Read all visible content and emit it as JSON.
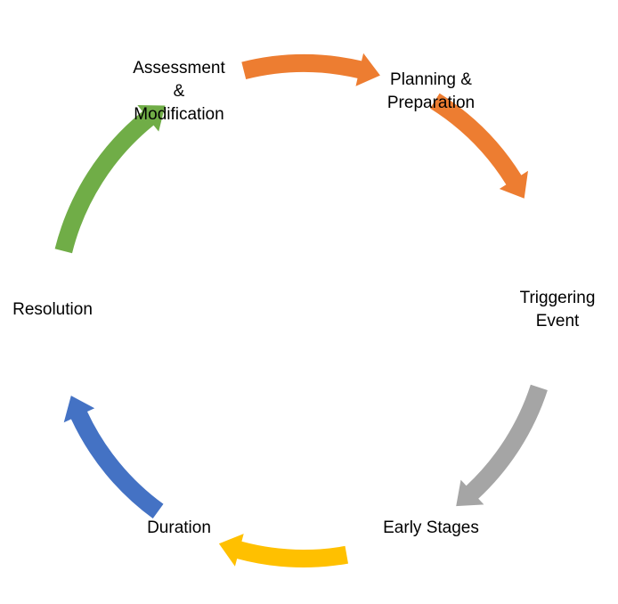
{
  "diagram": {
    "type": "cycle",
    "stages": [
      {
        "id": "planning",
        "lines": [
          "Planning &",
          "Preparation"
        ]
      },
      {
        "id": "triggering",
        "lines": [
          "Triggering",
          "Event"
        ]
      },
      {
        "id": "early",
        "lines": [
          "Early Stages"
        ]
      },
      {
        "id": "duration",
        "lines": [
          "Duration"
        ]
      },
      {
        "id": "resolution",
        "lines": [
          "Resolution"
        ]
      },
      {
        "id": "assessment",
        "lines": [
          "Assessment",
          "&",
          "Modification"
        ]
      }
    ],
    "arrows": [
      {
        "id": "assessment-to-planning",
        "color": "#ED7D31"
      },
      {
        "id": "planning-to-triggering",
        "color": "#ED7D31"
      },
      {
        "id": "triggering-to-early",
        "color": "#A5A5A5"
      },
      {
        "id": "early-to-duration",
        "color": "#FFC000"
      },
      {
        "id": "duration-to-resolution",
        "color": "#4472C4"
      },
      {
        "id": "resolution-to-assessment",
        "color": "#70AD47"
      }
    ]
  }
}
